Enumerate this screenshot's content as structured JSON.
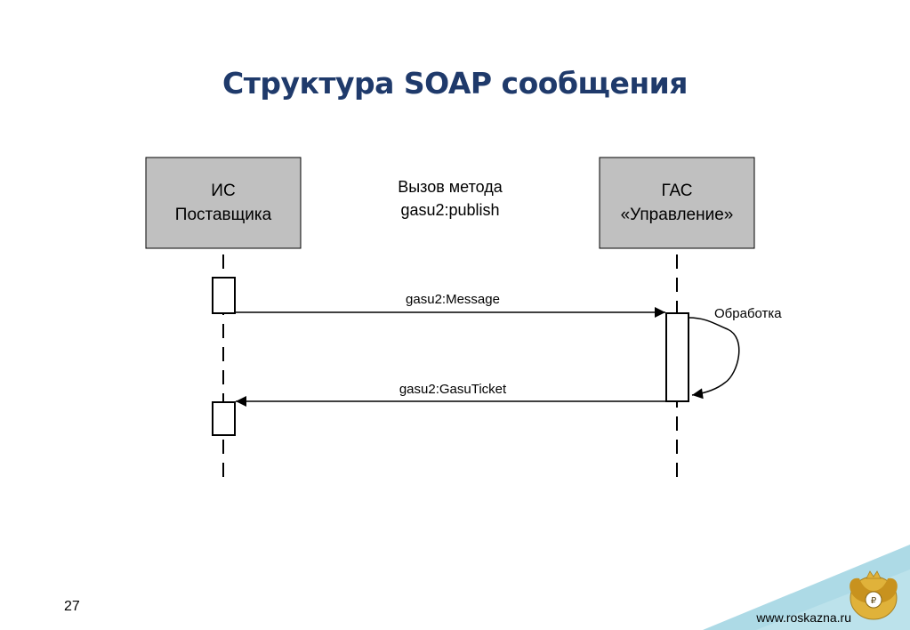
{
  "slide": {
    "title": "Структура SOAP сообщения",
    "number": "27",
    "website": "www.roskazna.ru"
  },
  "diagram": {
    "type": "sequence",
    "participants": [
      {
        "id": "supplier",
        "line1": "ИС",
        "line2": "Поставщика"
      },
      {
        "id": "gas",
        "line1": "ГАС",
        "line2": "«Управление»"
      }
    ],
    "method_call": {
      "line1": "Вызов метода",
      "line2": "gasu2:publish"
    },
    "messages": [
      {
        "label": "gasu2:Message",
        "from": "supplier",
        "to": "gas"
      },
      {
        "label": "gasu2:GasuTicket",
        "from": "gas",
        "to": "supplier"
      }
    ],
    "self_process_label": "Обработка"
  },
  "colors": {
    "title": "#1f3a6b",
    "box_fill": "#c0c0c0",
    "corner_band": "#9fd4e2"
  },
  "icons": {
    "emblem": "double-headed-eagle-emblem-icon"
  }
}
